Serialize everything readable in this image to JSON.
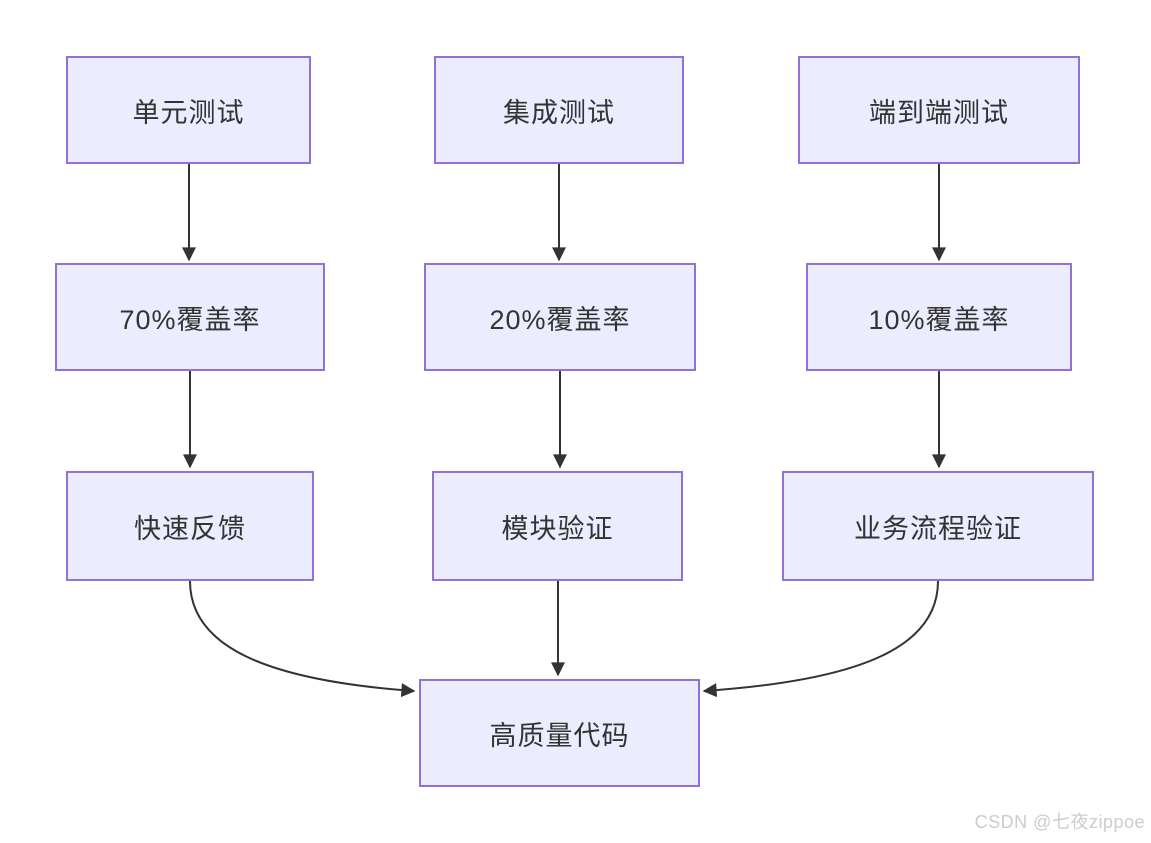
{
  "diagram": {
    "type": "flowchart",
    "nodes": {
      "unit_test": {
        "label": "单元测试"
      },
      "integration_test": {
        "label": "集成测试"
      },
      "e2e_test": {
        "label": "端到端测试"
      },
      "coverage_70": {
        "label": "70%覆盖率"
      },
      "coverage_20": {
        "label": "20%覆盖率"
      },
      "coverage_10": {
        "label": "10%覆盖率"
      },
      "fast_feedback": {
        "label": "快速反馈"
      },
      "module_verification": {
        "label": "模块验证"
      },
      "business_process_verification": {
        "label": "业务流程验证"
      },
      "high_quality_code": {
        "label": "高质量代码"
      }
    },
    "edges": [
      {
        "from": "unit_test",
        "to": "coverage_70"
      },
      {
        "from": "integration_test",
        "to": "coverage_20"
      },
      {
        "from": "e2e_test",
        "to": "coverage_10"
      },
      {
        "from": "coverage_70",
        "to": "fast_feedback"
      },
      {
        "from": "coverage_20",
        "to": "module_verification"
      },
      {
        "from": "coverage_10",
        "to": "business_process_verification"
      },
      {
        "from": "fast_feedback",
        "to": "high_quality_code"
      },
      {
        "from": "module_verification",
        "to": "high_quality_code"
      },
      {
        "from": "business_process_verification",
        "to": "high_quality_code"
      }
    ],
    "colors": {
      "node_fill": "#ECECFF",
      "node_border": "#9370DB",
      "edge": "#333333",
      "text": "#333333",
      "watermark": "#CCCCCC",
      "background": "#FFFFFF"
    }
  },
  "watermark": {
    "text": "CSDN @七夜zippoe"
  }
}
